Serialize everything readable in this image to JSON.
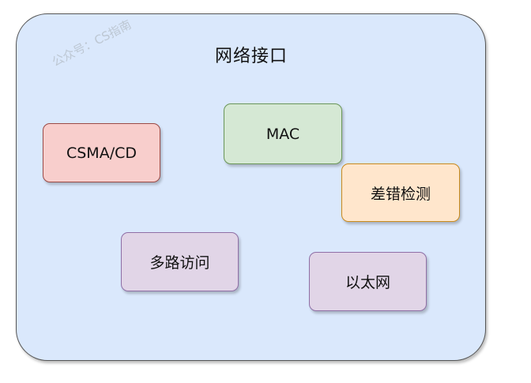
{
  "diagram": {
    "title": "网络接口",
    "watermark": "公众号：CS指南",
    "nodes": [
      {
        "id": "csma-cd",
        "label": "CSMA/CD",
        "fill": "#f8cecc",
        "stroke": "#b85450"
      },
      {
        "id": "mac",
        "label": "MAC",
        "fill": "#d5e8d4",
        "stroke": "#82b366"
      },
      {
        "id": "error-detection",
        "label": "差错检测",
        "fill": "#ffe6cc",
        "stroke": "#d79b00"
      },
      {
        "id": "multiple-access",
        "label": "多路访问",
        "fill": "#e1d5e7",
        "stroke": "#9673a6"
      },
      {
        "id": "ethernet",
        "label": "以太网",
        "fill": "#e1d5e7",
        "stroke": "#9673a6"
      }
    ],
    "container_fill": "#dae8fc"
  }
}
